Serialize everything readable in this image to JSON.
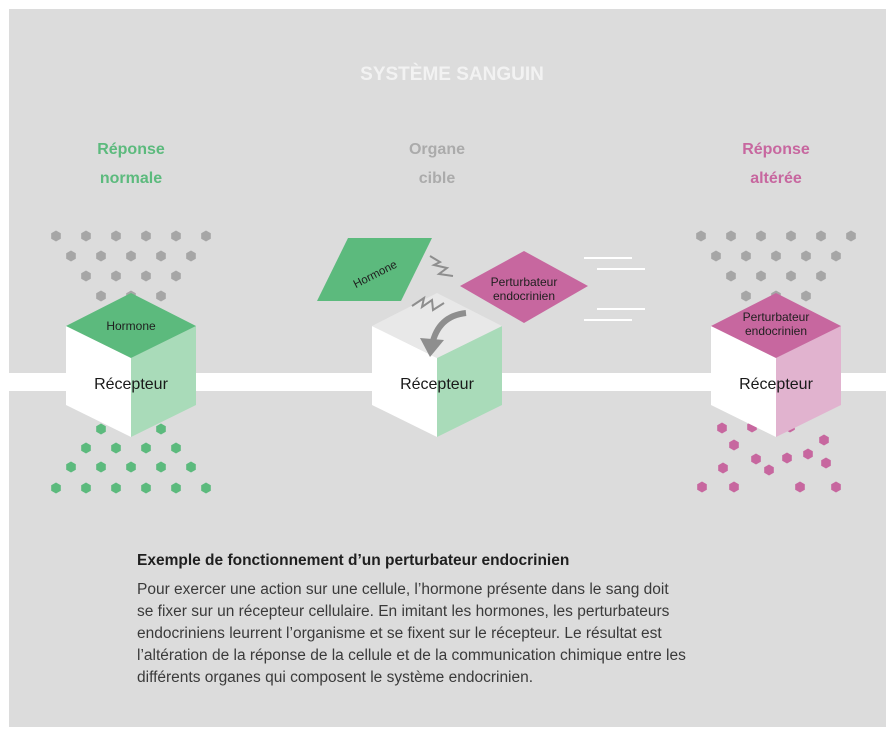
{
  "title": "SYSTÈME SANGUIN",
  "columns": [
    {
      "label_line1": "Réponse",
      "label_line2": "normale",
      "color": "#5cba7d"
    },
    {
      "label_line1": "Organe",
      "label_line2": "cible",
      "color": "#ababab"
    },
    {
      "label_line1": "Réponse",
      "label_line2": "altérée",
      "color": "#c7679f"
    }
  ],
  "receptor_label": "Récepteur",
  "hormone_label": "Hormone",
  "disruptor_label_line1": "Perturbateur",
  "disruptor_label_line2": "endocrinien",
  "caption": {
    "title": "Exemple de fonctionnement d’un perturbateur endocrinien",
    "body_lines": [
      "Pour exercer une action sur une cellule, l’hormone présente dans le sang doit",
      "se fixer sur un récepteur cellulaire. En imitant les hormones, les perturbateurs",
      "endocriniens leurrent l’organisme et se fixent sur le récepteur. Le résultat est",
      "l’altération de la réponse de la cellule et de la communication chimique entre les",
      "différents organes qui composent le système endocrinien."
    ]
  },
  "colors": {
    "background": "#dcdcdc",
    "membrane": "#ffffff",
    "green": "#5cba7d",
    "green_light": "#a9dbb9",
    "pink": "#c7679f",
    "pink_light": "#e1b3cf",
    "gray_dots": "#a6a6a6",
    "gray_label": "#ababab"
  }
}
